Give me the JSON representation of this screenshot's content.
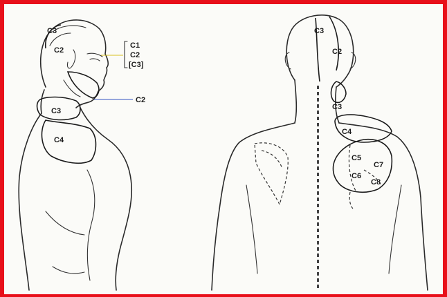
{
  "labels": {
    "side": {
      "c3_top": "C3",
      "c2_head": "C2",
      "bracket_c1": "C1",
      "bracket_c2": "C2",
      "bracket_c3": "[C3]",
      "jaw_c2": "C2",
      "neck_c3": "C3",
      "shoulder_c4": "C4"
    },
    "back": {
      "c3_head": "C3",
      "c2_head": "C2",
      "c3_neck": "C3",
      "c4": "C4",
      "c5": "C5",
      "c6": "C6",
      "c7": "C7",
      "c8": "C8"
    }
  },
  "colors": {
    "frame": "#e8101a",
    "leader_yellow": "#d8c020",
    "leader_green": "#3a9a3a",
    "leader_blue": "#3050c0"
  }
}
